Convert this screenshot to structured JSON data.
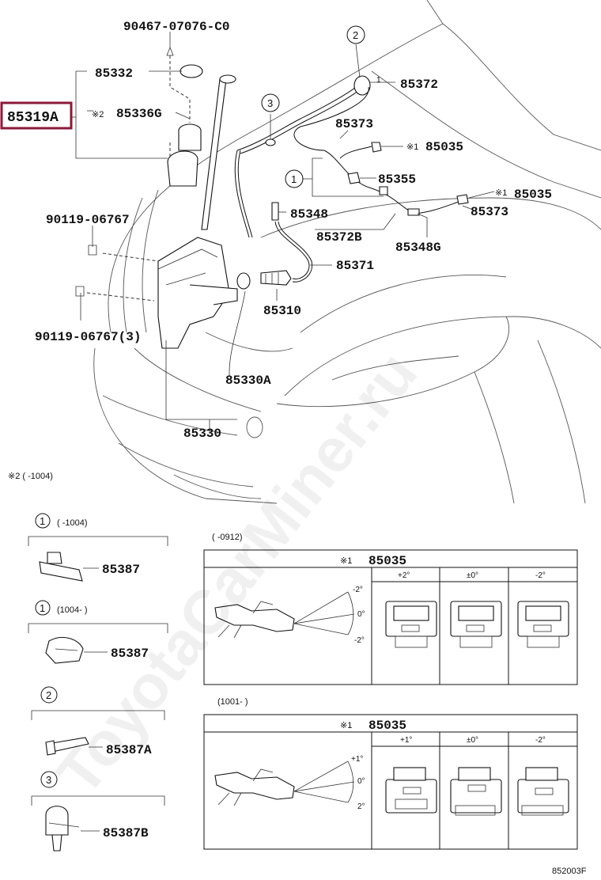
{
  "diagram": {
    "top_labels": {
      "p90467": "90467-07076-C0",
      "p85332": "85332",
      "p85319A": "85319A",
      "p85336G_mark": "※2",
      "p85336G": "85336G",
      "p90119a": "90119-06767",
      "p90119b": "90119-06767(3)",
      "p85330A": "85330A",
      "p85330": "85330",
      "p85310": "85310",
      "p85371": "85371",
      "p85348": "85348",
      "p85372B": "85372B",
      "p85348G": "85348G",
      "p85373a": "85373",
      "p85373b": "85373",
      "p85355": "85355",
      "p85372": "85372",
      "p85035a_mark": "※1",
      "p85035a": "85035",
      "p85035b_mark": "※1",
      "p85035b": "85035",
      "callout1": "1",
      "callout2": "2",
      "callout3": "3",
      "callout_1_small": "1"
    },
    "note2": "※2 (      -1004)",
    "clips": [
      {
        "num": "1",
        "range": "(      -1004)",
        "part": "85387"
      },
      {
        "num": "1",
        "range": "(1004-      )",
        "part": "85387"
      },
      {
        "num": "2",
        "range": "",
        "part": "85387A"
      },
      {
        "num": "3",
        "range": "",
        "part": "85387B"
      }
    ],
    "table1": {
      "range": "(      -0912)",
      "title_mark": "※1",
      "title": "85035",
      "angles": [
        "+2°",
        "±0°",
        "-2°"
      ],
      "spray_labels": [
        "-2°",
        "0°",
        "-2°"
      ]
    },
    "table2": {
      "range": "(1001-      )",
      "title_mark": "※1",
      "title": "85035",
      "angles": [
        "+1°",
        "±0°",
        "-2°"
      ],
      "spray_labels": [
        "+1°",
        "0°",
        "2°"
      ]
    },
    "figure_id": "852003F",
    "watermark": "ToyotaCarMiner.ru"
  }
}
